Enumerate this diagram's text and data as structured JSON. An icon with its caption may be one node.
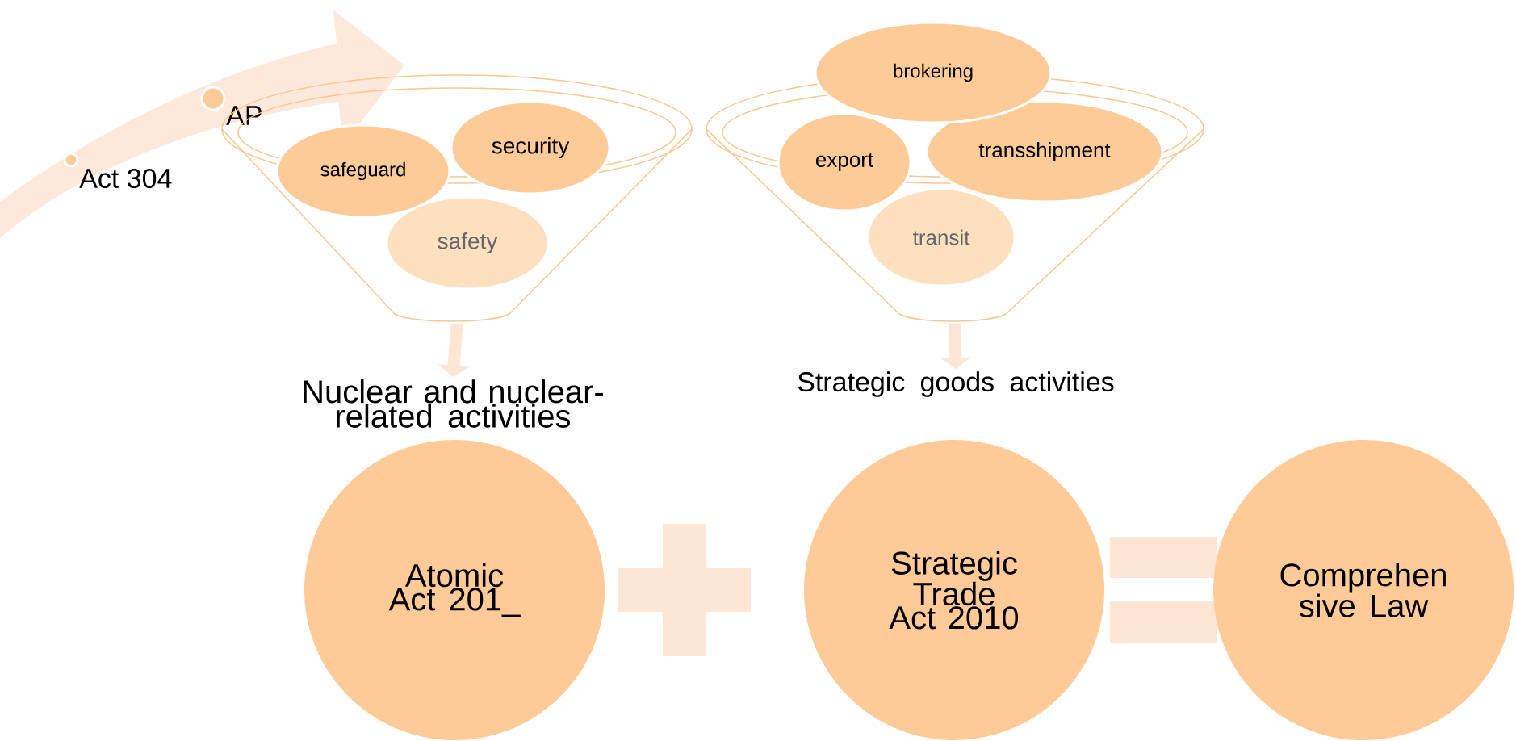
{
  "diagram": {
    "nodes": [
      {
        "text": [],
        "shape": "funnel"
      },
      {
        "text": [
          "safeguard"
        ],
        "in": 0
      },
      {
        "text": [
          "security"
        ],
        "in": 0
      },
      {
        "text": [
          "safety"
        ],
        "in": 0
      },
      {
        "text": [
          "Nuclear and nuclear-related activities"
        ]
      },
      {
        "text": [],
        "shape": "funnel"
      },
      {
        "text": [
          "brokering"
        ]
      },
      {
        "text": [
          "export"
        ],
        "in": 5
      },
      {
        "text": [
          "transshipment"
        ],
        "in": 5
      },
      {
        "text": [
          "transit"
        ],
        "in": 5
      },
      {
        "text": [
          "Strategic goods activities"
        ]
      },
      {
        "text": [
          "Atomic Act 201_"
        ]
      },
      {
        "text": [
          "Strategic Trade Act 2010"
        ]
      },
      {
        "text": [
          "Comprehen sive Law"
        ]
      }
    ],
    "edges": [
      {
        "from": 0,
        "to": 4,
        "arrow": "to"
      },
      {
        "from": 5,
        "to": 10,
        "arrow": "to"
      }
    ],
    "labels": [
      "Act 304",
      "AP"
    ]
  }
}
